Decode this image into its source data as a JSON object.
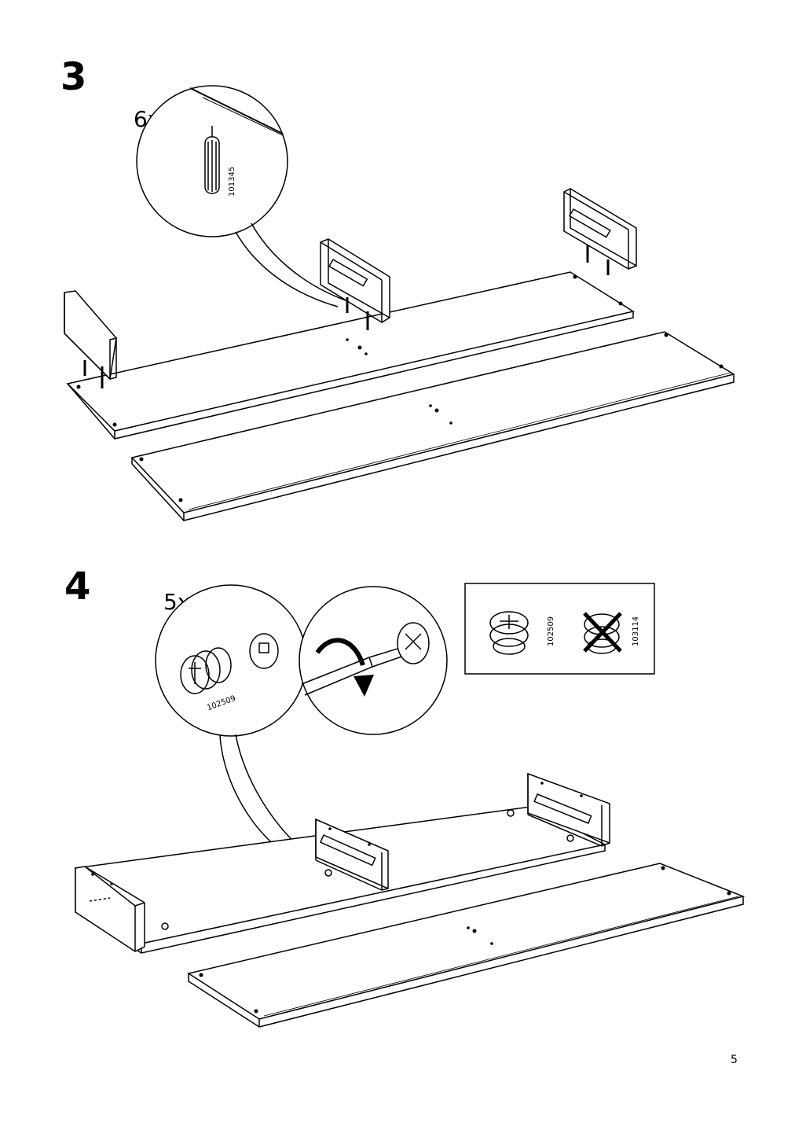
{
  "steps": [
    {
      "number": "3",
      "quantity": "6x",
      "part_number": "101345"
    },
    {
      "number": "4",
      "quantity": "5x",
      "part_number": "102509"
    }
  ],
  "reference_box": {
    "correct_part": "102509",
    "wrong_part": "103114"
  },
  "page_number": "5"
}
